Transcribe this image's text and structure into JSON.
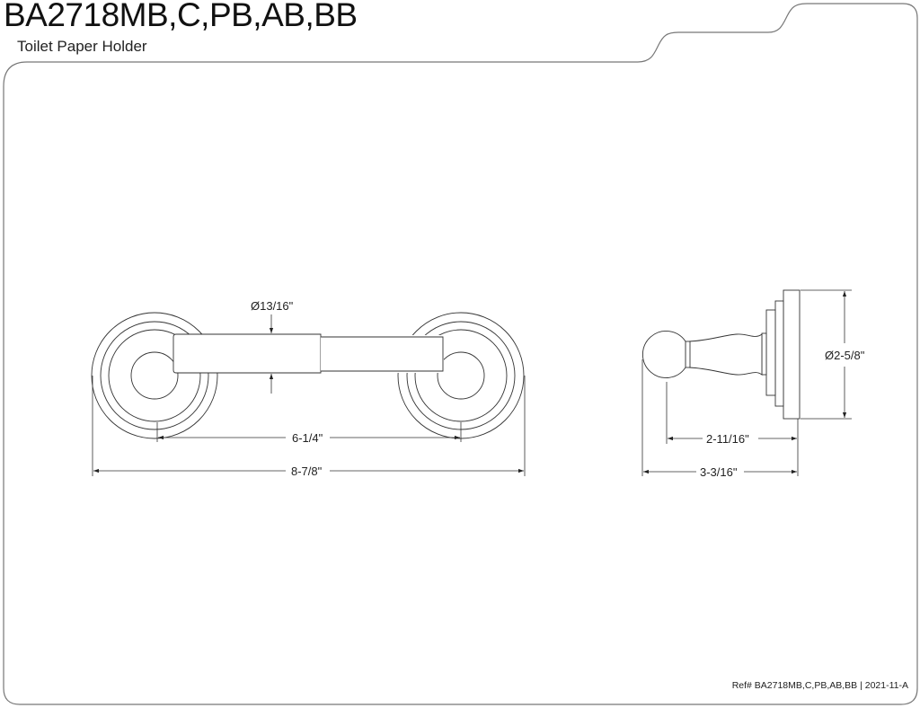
{
  "header": {
    "model": "BA2718MB,C,PB,AB,BB",
    "product": "Toilet Paper Holder"
  },
  "front_view": {
    "dimensions": {
      "bar_diameter": "Ø13/16\"",
      "center_to_center": "6-1/4\"",
      "overall_width": "8-7/8\""
    }
  },
  "side_view": {
    "dimensions": {
      "flange_diameter": "Ø2-5/8\"",
      "projection_to_ball_center": "2-11/16\"",
      "overall_projection": "3-3/16\""
    }
  },
  "footer": {
    "reference": "Ref# BA2718MB,C,PB,AB,BB | 2021-11-A"
  },
  "colors": {
    "line": "#333333",
    "frame": "#777777",
    "background": "#ffffff"
  }
}
